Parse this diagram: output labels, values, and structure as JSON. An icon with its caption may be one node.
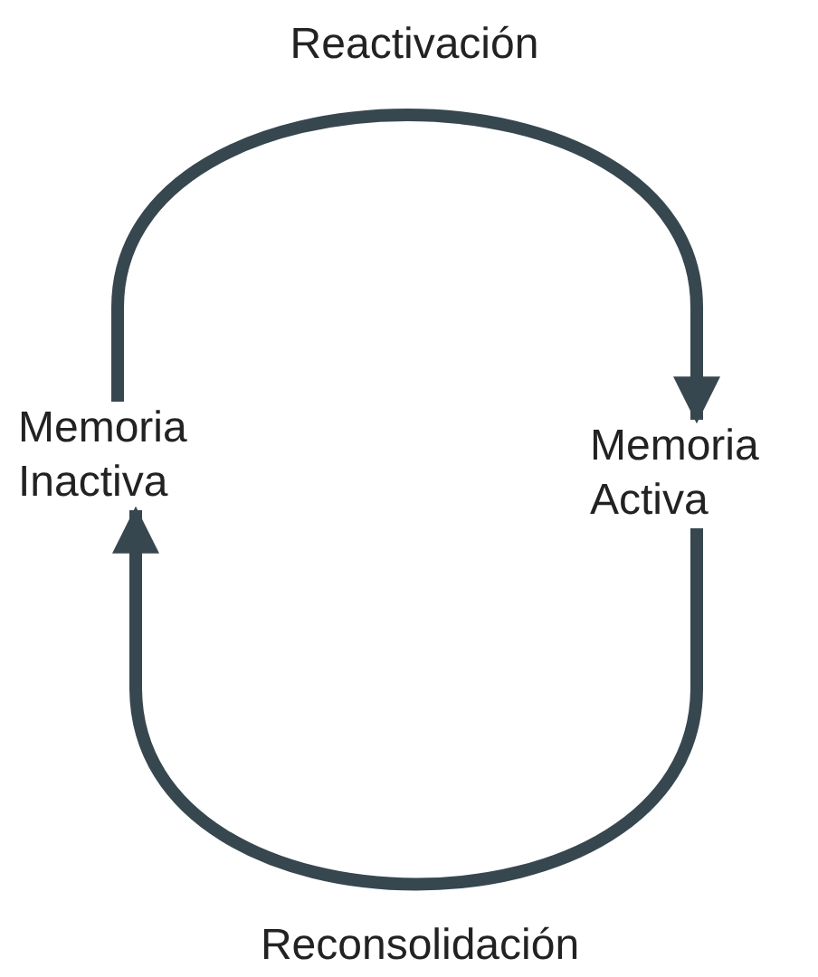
{
  "diagram": {
    "nodes": [
      {
        "text": [
          "Memoria Inactiva"
        ]
      },
      {
        "text": [
          "Memoria Activa"
        ]
      }
    ],
    "edges": [
      {
        "from": 0,
        "to": 1,
        "arrow": "to",
        "label": "Reactivación"
      },
      {
        "from": 1,
        "to": 0,
        "arrow": "to",
        "label": "Reconsolidación"
      }
    ]
  }
}
